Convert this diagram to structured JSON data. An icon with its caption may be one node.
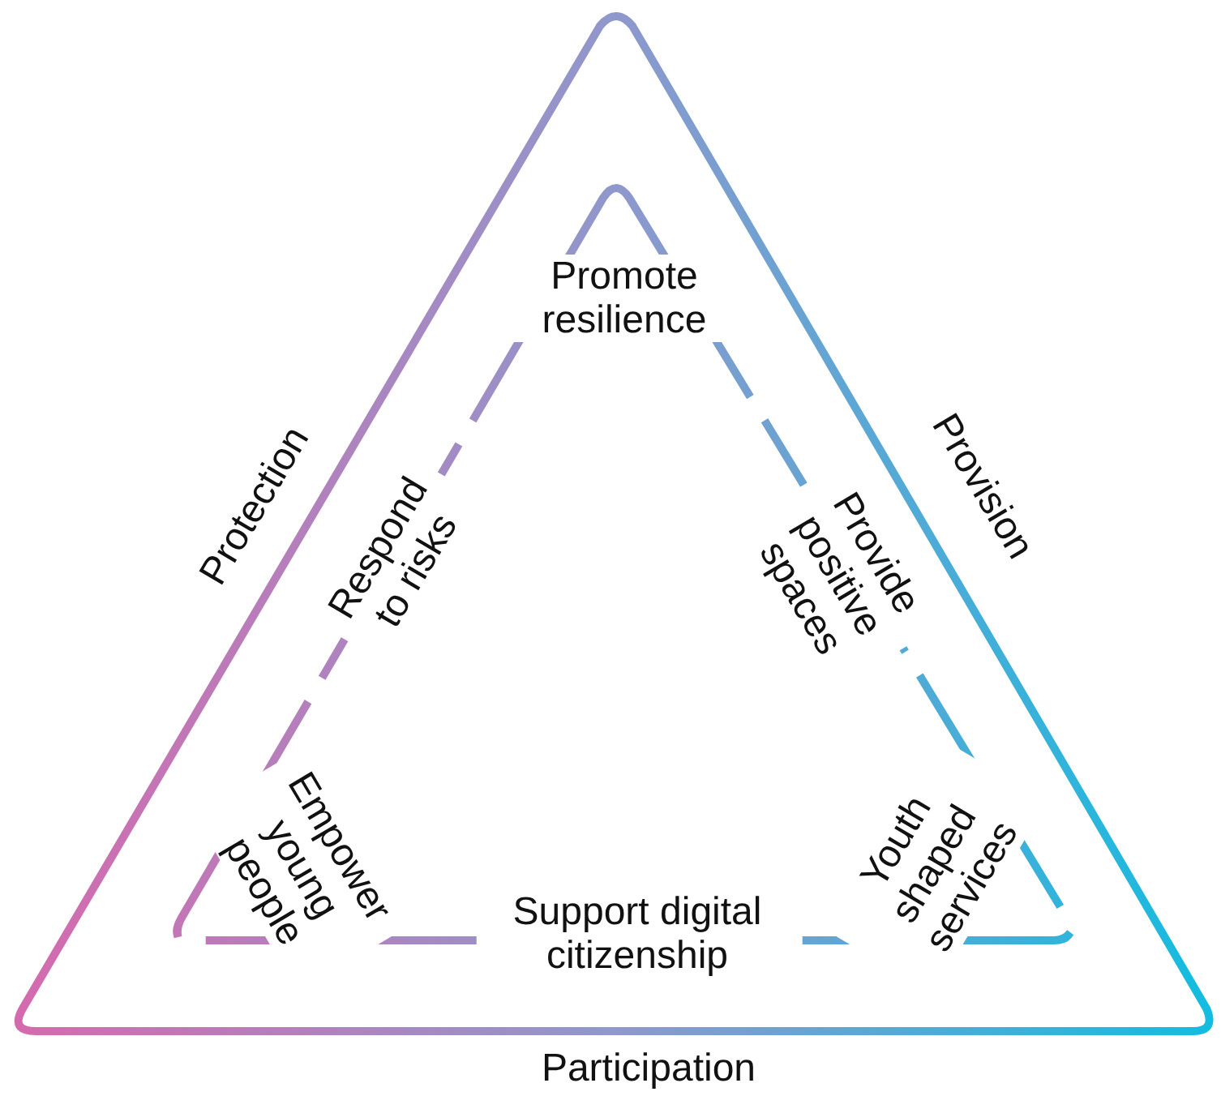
{
  "diagram": {
    "labels": [
      "Promote resilience",
      "Protection",
      "Provision",
      "Respond to risks",
      "Provide positive spaces",
      "Empower young people",
      "Youth shaped services",
      "Support digital citizenship",
      "Participation"
    ]
  }
}
